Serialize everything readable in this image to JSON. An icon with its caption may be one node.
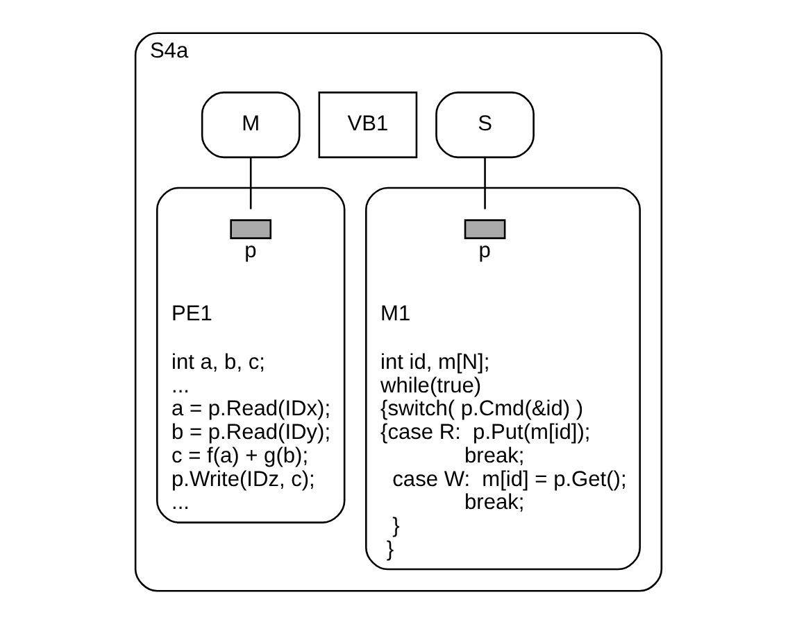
{
  "diagram": {
    "nodes": [
      {
        "text": [
          "S4a"
        ]
      },
      {
        "text": [
          "M"
        ],
        "in": 0
      },
      {
        "text": [
          "VB1"
        ],
        "in": 0
      },
      {
        "text": [
          "S"
        ],
        "in": 0
      },
      {
        "text": [
          "PE1",
          "int a, b, c;",
          "...",
          "a = p.Read(IDx);",
          "b = p.Read(IDy);",
          "c = f(a) + g(b);",
          "p.Write(IDz, c);",
          "..."
        ],
        "in": 0
      },
      {
        "text": [],
        "shape": "box",
        "beside": [
          "p"
        ],
        "in": 4
      },
      {
        "text": [
          "M1",
          "int id, m[N];",
          "while(true)",
          "{switch( p.Cmd(&id) )",
          " {case R:  p.Put(m[id]);",
          "               break;",
          "   case W:  m[id] = p.Get();",
          "               break;",
          "   }",
          "  }"
        ],
        "in": 0
      },
      {
        "text": [],
        "shape": "box",
        "beside": [
          "p"
        ],
        "in": 6
      }
    ],
    "edges": [
      {
        "from": 1,
        "to": 5,
        "arrow": "none"
      },
      {
        "from": 3,
        "to": 7,
        "arrow": "none"
      }
    ]
  }
}
